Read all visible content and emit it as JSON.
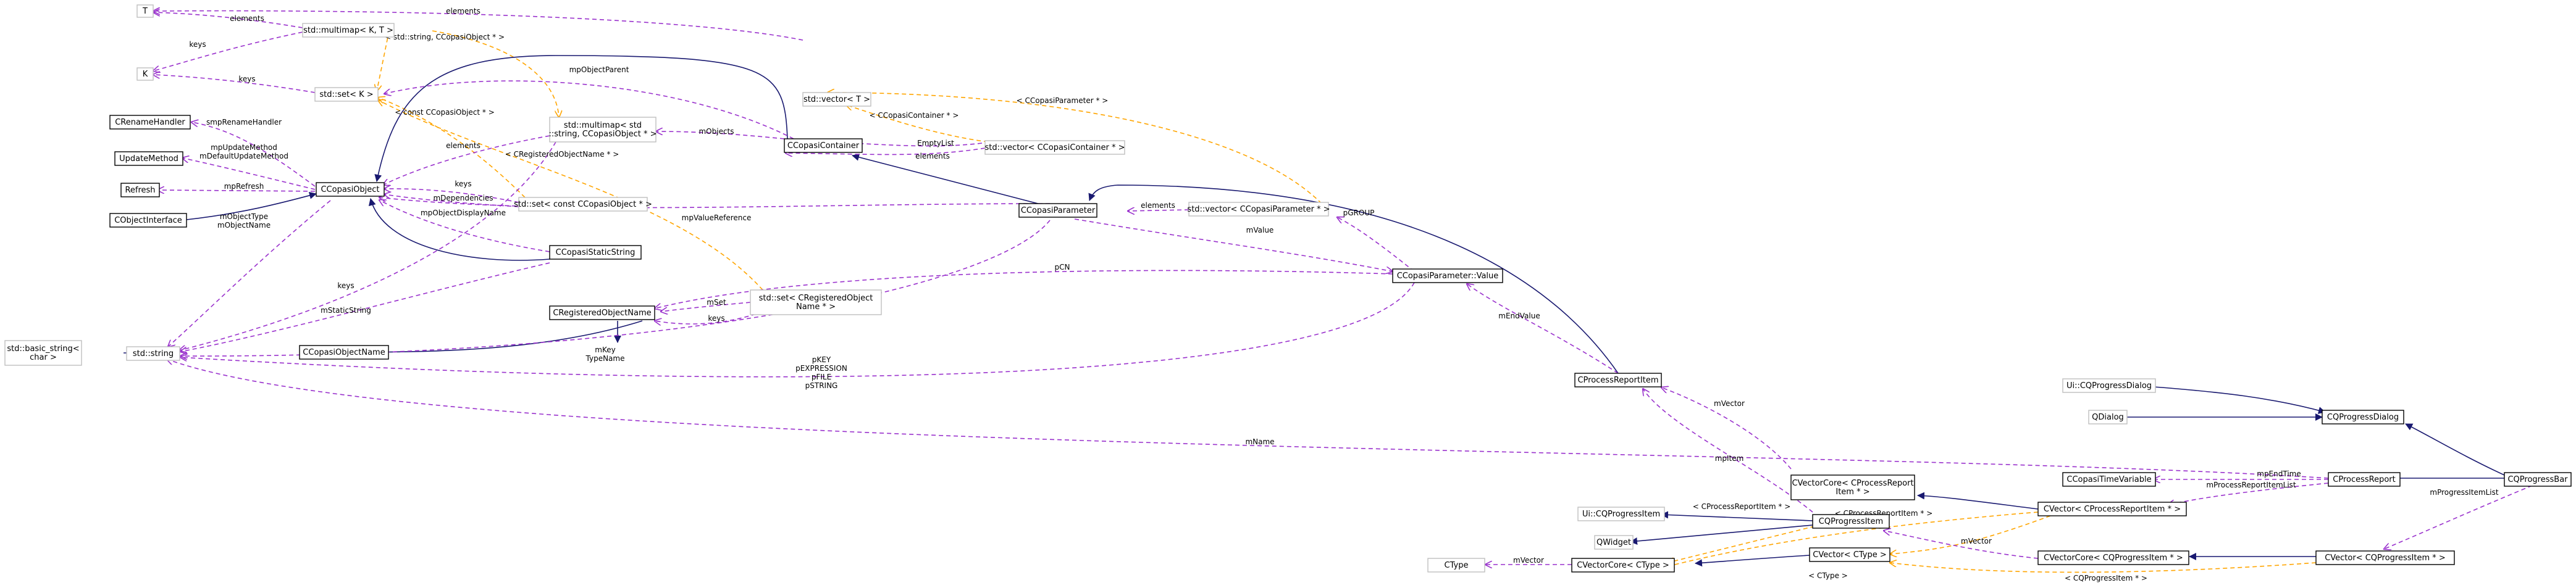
{
  "diagram": {
    "colors": {
      "inheritance": "#191970",
      "usage": "#9a32cd",
      "template": "#ffa500",
      "focus_fill": "#bfbfbf",
      "external_border": "#bfbfbf"
    },
    "nodes": {
      "T": [
        "T"
      ],
      "K": [
        "K"
      ],
      "multimap_kt": [
        "std::multimap< K, T >"
      ],
      "set_k": [
        "std::set< K >"
      ],
      "vector_t": [
        "std::vector< T >"
      ],
      "crenamehandler": [
        "CRenameHandler"
      ],
      "updatemethod": [
        "UpdateMethod"
      ],
      "refresh": [
        "Refresh"
      ],
      "cobjectinterface": [
        "CObjectInterface"
      ],
      "ccopasiobject": [
        "CCopasiObject"
      ],
      "multimap_string_obj": [
        "std::multimap< std",
        "::string, CCopasiObject * >"
      ],
      "ccopasicontainer": [
        "CCopasiContainer"
      ],
      "vector_container": [
        "std::vector< CCopasiContainer * >"
      ],
      "set_const_obj": [
        "std::set< const CCopasiObject * >"
      ],
      "ccopasistaticstring": [
        "CCopasiStaticString"
      ],
      "ccopasiparameter": [
        "CCopasiParameter"
      ],
      "vector_parameter": [
        "std::vector< CCopasiParameter * >"
      ],
      "cregisteredobjectname": [
        "CRegisteredObjectName"
      ],
      "set_regname": [
        "std::set< CRegisteredObject",
        "Name * >"
      ],
      "ccopasiparameter_value": [
        "CCopasiParameter::Value"
      ],
      "basic_string": [
        "std::basic_string<",
        "char >"
      ],
      "std_string": [
        "std::string"
      ],
      "ccopasiobjectname": [
        "CCopasiObjectName"
      ],
      "cprocessreportitem": [
        "CProcessReportItem"
      ],
      "ui_cqprogressdialog": [
        "Ui::CQProgressDialog"
      ],
      "qdialog": [
        "QDialog"
      ],
      "cqprogressdialog": [
        "CQProgressDialog"
      ],
      "ccopasitimevariable": [
        "CCopasiTimeVariable"
      ],
      "cprocessreport": [
        "CProcessReport"
      ],
      "cvectorcore_reportitem": [
        "CVectorCore< CProcessReport",
        "Item * >"
      ],
      "cvector_reportitem": [
        "CVector< CProcessReportItem * >"
      ],
      "ui_cqprogressitem": [
        "Ui::CQProgressItem"
      ],
      "cqprogressitem": [
        "CQProgressItem"
      ],
      "qwidget": [
        "QWidget"
      ],
      "cvector_ctype": [
        "CVector< CType >"
      ],
      "cvectorcore_cqprogressitem": [
        "CVectorCore< CQProgressItem * >"
      ],
      "cvector_cqprogressitem": [
        "CVector< CQProgressItem * >"
      ],
      "ctype": [
        "CType"
      ],
      "cvectorcore_ctype": [
        "CVectorCore< CType >"
      ],
      "cqprogressbar": [
        "CQProgressBar"
      ]
    },
    "edge_labels": {
      "e_elements_T": [
        "elements"
      ],
      "e_elements_multimap": [
        "elements"
      ],
      "e_keys_multimap": [
        "keys"
      ],
      "e_keys_set": [
        "keys"
      ],
      "e_string_obj_multimap": [
        "< std::string, CCopasiObject * >"
      ],
      "e_param_vector": [
        "< CCopasiParameter * >"
      ],
      "e_const_obj_set": [
        "< const CCopasiObject * >"
      ],
      "e_regname_set": [
        "< CRegisteredObjectName * >"
      ],
      "e_container_vector": [
        "< CCopasiContainer * >"
      ],
      "e_objectparent": [
        "mpObjectParent"
      ],
      "e_rename": [
        "smpRenameHandler"
      ],
      "e_update": [
        "mpUpdateMethod",
        "mDefaultUpdateMethod"
      ],
      "e_refresh": [
        "mpRefresh"
      ],
      "e_elements_obj": [
        "elements"
      ],
      "e_objects": [
        "mObjects"
      ],
      "e_emptylist": [
        "EmptyList"
      ],
      "e_elements_vcont": [
        "elements"
      ],
      "e_keys_setconst": [
        "keys"
      ],
      "e_dependencies": [
        "mDependencies"
      ],
      "e_displayname": [
        "mpObjectDisplayName"
      ],
      "e_objecttype": [
        "mObjectType",
        "mObjectName"
      ],
      "e_keys_string": [
        "keys"
      ],
      "e_staticstring": [
        "mStaticString"
      ],
      "e_valueref": [
        "mpValueReference"
      ],
      "e_elements_param": [
        "elements"
      ],
      "e_mset": [
        "mSet"
      ],
      "e_keys_regname": [
        "keys"
      ],
      "e_pcn": [
        "pCN"
      ],
      "e_mvalue": [
        "mValue"
      ],
      "e_pgroup": [
        "pGROUP"
      ],
      "e_mkey": [
        "mKey",
        "TypeName"
      ],
      "e_pkey": [
        "pKEY",
        "pEXPRESSION",
        "pFILE",
        "pSTRING"
      ],
      "e_mendvalue": [
        "mEndValue"
      ],
      "e_mname": [
        "mName"
      ],
      "e_mvector_core": [
        "mVector"
      ],
      "e_mitem": [
        "mpItem"
      ],
      "e_mpendtime": [
        "mpEndTime"
      ],
      "e_reportitemlist": [
        "mProcessReportItemList"
      ],
      "e_reportitem_tmpl": [
        "< CProcessReportItem * >"
      ],
      "e_reportitem_tmpl2": [
        "< CProcessReportItem * >"
      ],
      "e_mvector_cqitem": [
        "mVector"
      ],
      "e_progressitemlist": [
        "mProgressItemList"
      ],
      "e_cqitem_tmpl": [
        "< CQProgressItem * >"
      ],
      "e_mvector_ctype": [
        "mVector"
      ],
      "e_ctype_tmpl": [
        "< CType >"
      ]
    }
  }
}
